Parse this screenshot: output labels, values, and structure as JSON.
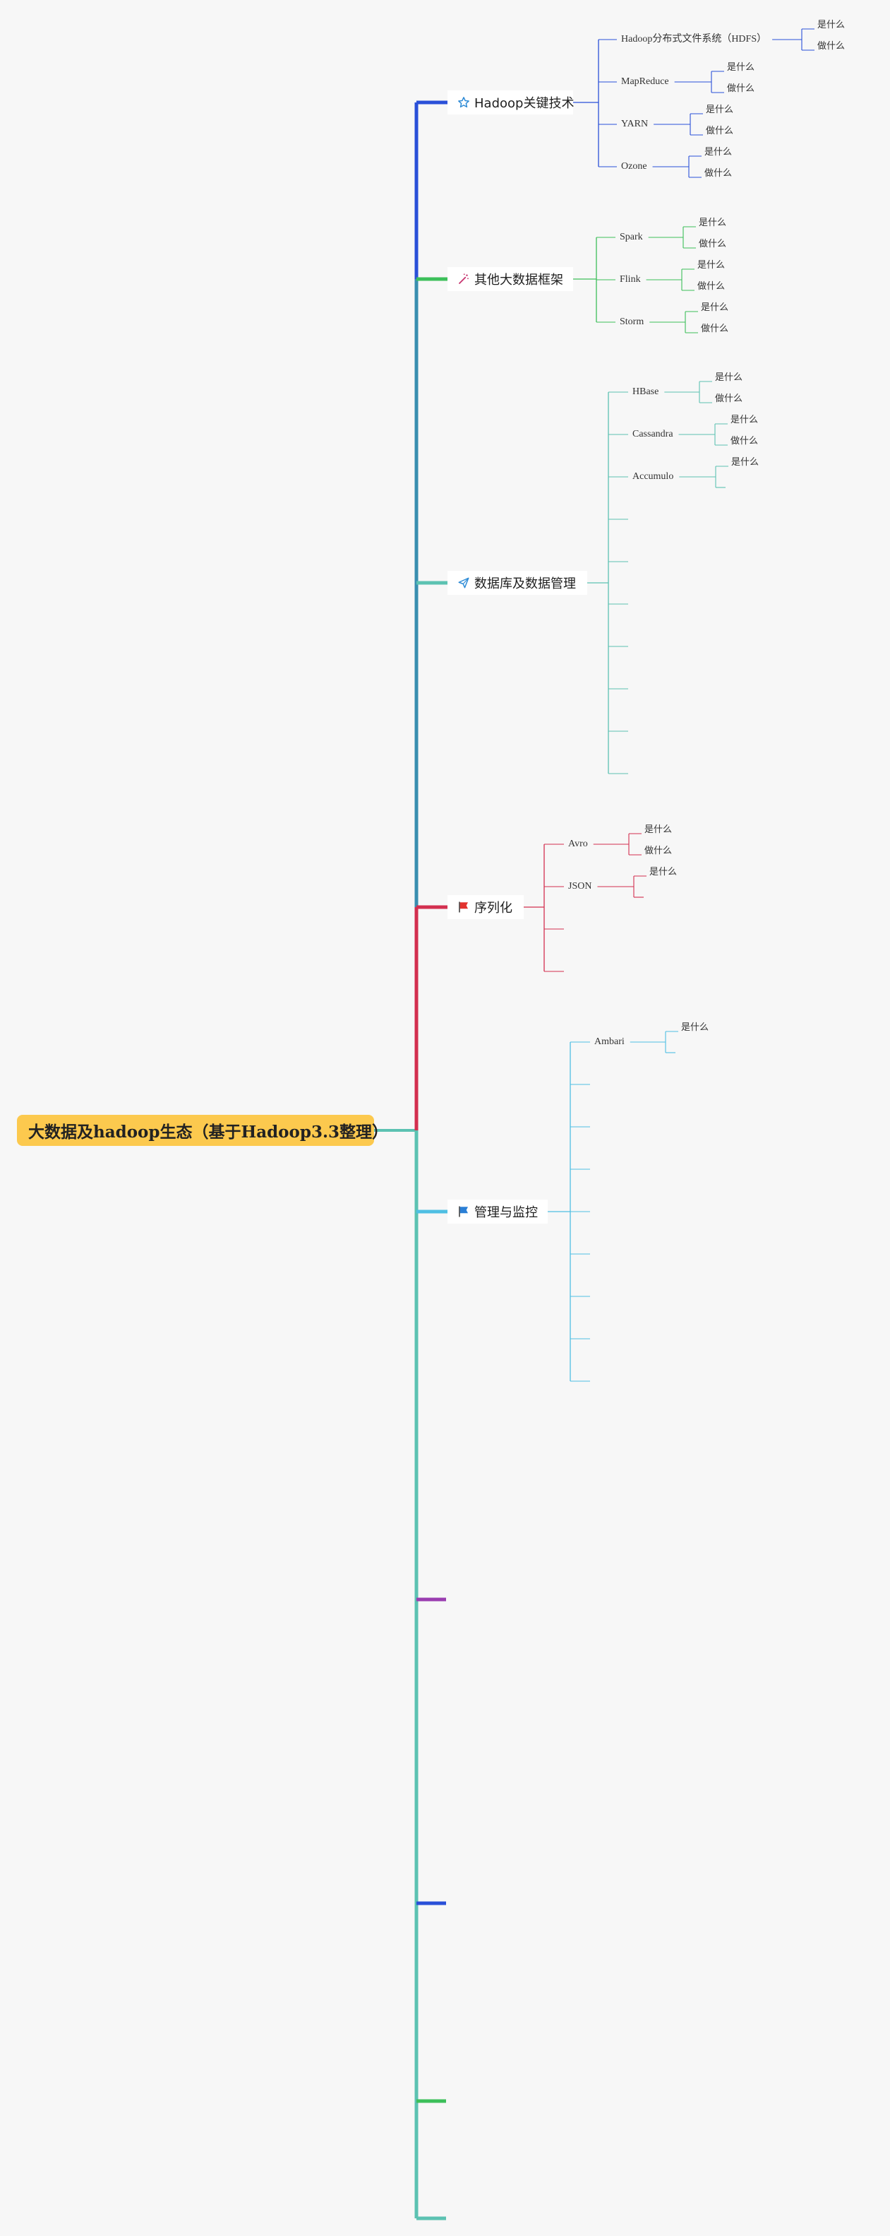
{
  "root": {
    "label": "大数据及hadoop生态（基于Hadoop3.3整理）"
  },
  "branches": [
    {
      "label": "Hadoop关键技术",
      "icon": "star-icon",
      "color": "#2a50d8",
      "children": [
        {
          "label": "Hadoop分布式文件系统（HDFS）",
          "leaves": [
            "是什么",
            "做什么"
          ]
        },
        {
          "label": "MapReduce",
          "leaves": [
            "是什么",
            "做什么"
          ]
        },
        {
          "label": "YARN",
          "leaves": [
            "是什么",
            "做什么"
          ]
        },
        {
          "label": "Ozone",
          "leaves": [
            "是什么",
            "做什么"
          ]
        }
      ]
    },
    {
      "label": "其他大数据框架",
      "icon": "magic-wand-icon",
      "color": "#3cbf5a",
      "children": [
        {
          "label": "Spark",
          "leaves": [
            "是什么",
            "做什么"
          ]
        },
        {
          "label": "Flink",
          "leaves": [
            "是什么",
            "做什么"
          ]
        },
        {
          "label": "Storm",
          "leaves": [
            "是什么",
            "做什么"
          ]
        }
      ]
    },
    {
      "label": "数据库及数据管理",
      "icon": "paper-plane-icon",
      "color": "#5cc2b2",
      "children": [
        {
          "label": "HBase",
          "leaves": [
            "是什么",
            "做什么"
          ]
        },
        {
          "label": "Cassandra",
          "leaves": [
            "是什么",
            "做什么"
          ]
        },
        {
          "label": "Accumulo",
          "leaves": [
            "是什么"
          ]
        },
        {
          "label": "",
          "leaves": []
        },
        {
          "label": "",
          "leaves": []
        },
        {
          "label": "",
          "leaves": []
        },
        {
          "label": "",
          "leaves": []
        },
        {
          "label": "",
          "leaves": []
        },
        {
          "label": "",
          "leaves": []
        },
        {
          "label": "",
          "leaves": []
        }
      ]
    },
    {
      "label": "序列化",
      "icon": "red-flag-icon",
      "color": "#d32f4f",
      "children": [
        {
          "label": "Avro",
          "leaves": [
            "是什么",
            "做什么"
          ]
        },
        {
          "label": "JSON",
          "leaves": [
            "是什么"
          ]
        },
        {
          "label": "",
          "leaves": []
        },
        {
          "label": "",
          "leaves": []
        }
      ]
    },
    {
      "label": "管理与监控",
      "icon": "blue-flag-icon",
      "color": "#4fbfe3",
      "children": [
        {
          "label": "Ambari",
          "leaves": [
            "是什么"
          ]
        },
        {
          "label": "",
          "leaves": []
        },
        {
          "label": "",
          "leaves": []
        },
        {
          "label": "",
          "leaves": []
        },
        {
          "label": "",
          "leaves": []
        },
        {
          "label": "",
          "leaves": []
        },
        {
          "label": "",
          "leaves": []
        },
        {
          "label": "",
          "leaves": []
        },
        {
          "label": "",
          "leaves": []
        }
      ]
    },
    {
      "label": "",
      "icon": "",
      "color": "#9a3db0",
      "children": []
    },
    {
      "label": "",
      "icon": "",
      "color": "#2a50d8",
      "children": []
    },
    {
      "label": "",
      "icon": "",
      "color": "#3cbf5a",
      "children": []
    },
    {
      "label": "",
      "icon": "",
      "color": "#5cc2b2",
      "children": []
    }
  ]
}
